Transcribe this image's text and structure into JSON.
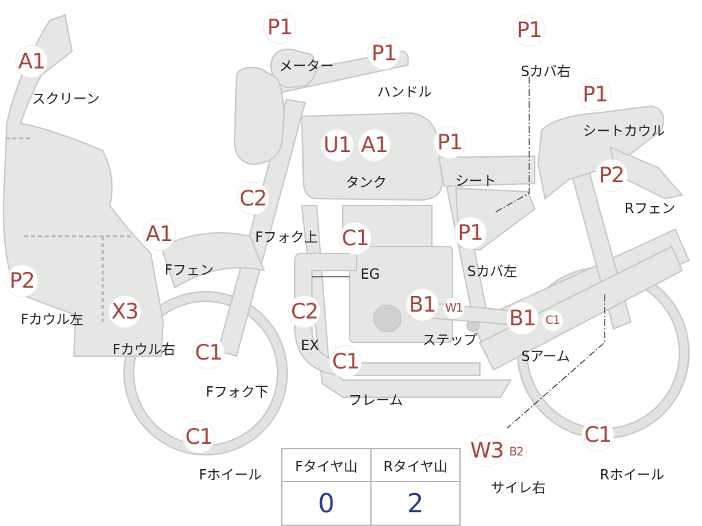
{
  "parts": [
    {
      "id": "screen",
      "name": "スクリーン",
      "codes": [
        "A1"
      ]
    },
    {
      "id": "meter",
      "name": "メーター",
      "codes": [
        "P1"
      ]
    },
    {
      "id": "handle",
      "name": "ハンドル",
      "codes": [
        "P1"
      ]
    },
    {
      "id": "scover-right",
      "name": "Sカバ右",
      "codes": [
        "P1"
      ]
    },
    {
      "id": "seat-cowl",
      "name": "シートカウル",
      "codes": [
        "P1"
      ]
    },
    {
      "id": "tank",
      "name": "タンク",
      "codes": [
        "U1",
        "A1"
      ]
    },
    {
      "id": "seat",
      "name": "シート",
      "codes": [
        "P1"
      ]
    },
    {
      "id": "r-fender",
      "name": "Rフェン",
      "codes": [
        "P2"
      ]
    },
    {
      "id": "f-fork-upper",
      "name": "Fフォク上",
      "codes": [
        "C2"
      ]
    },
    {
      "id": "eg",
      "name": "EG",
      "codes": [
        "C1"
      ]
    },
    {
      "id": "scover-left",
      "name": "Sカバ左",
      "codes": [
        "P1"
      ]
    },
    {
      "id": "f-fender",
      "name": "Fフェン",
      "codes": [
        "A1"
      ]
    },
    {
      "id": "f-cowl-left",
      "name": "Fカウル左",
      "codes": [
        "P2"
      ]
    },
    {
      "id": "f-cowl-right",
      "name": "Fカウル右",
      "codes": [
        "X3"
      ]
    },
    {
      "id": "ex",
      "name": "EX",
      "codes": [
        "C2"
      ]
    },
    {
      "id": "step",
      "name": "ステップ",
      "codes": [
        "B1",
        "W1"
      ]
    },
    {
      "id": "s-arm",
      "name": "Sアーム",
      "codes": [
        "B1",
        "C1"
      ]
    },
    {
      "id": "f-fork-lower",
      "name": "Fフォク下",
      "codes": [
        "C1"
      ]
    },
    {
      "id": "frame",
      "name": "フレーム",
      "codes": [
        "C1"
      ]
    },
    {
      "id": "f-wheel",
      "name": "Fホイール",
      "codes": [
        "C1"
      ]
    },
    {
      "id": "muffler-right",
      "name": "サイレ右",
      "codes": [
        "W3",
        "B2"
      ]
    },
    {
      "id": "r-wheel",
      "name": "Rホイール",
      "codes": [
        "C1"
      ]
    }
  ],
  "tire_table": {
    "headers": [
      "Fタイヤ山",
      "Rタイヤ山"
    ],
    "values": [
      "0",
      "2"
    ]
  },
  "colors": {
    "code_text": "#a8443e",
    "part_fill": "#e6e6e4",
    "part_stroke": "#c8c8c6",
    "value_text": "#2b3f8a"
  }
}
